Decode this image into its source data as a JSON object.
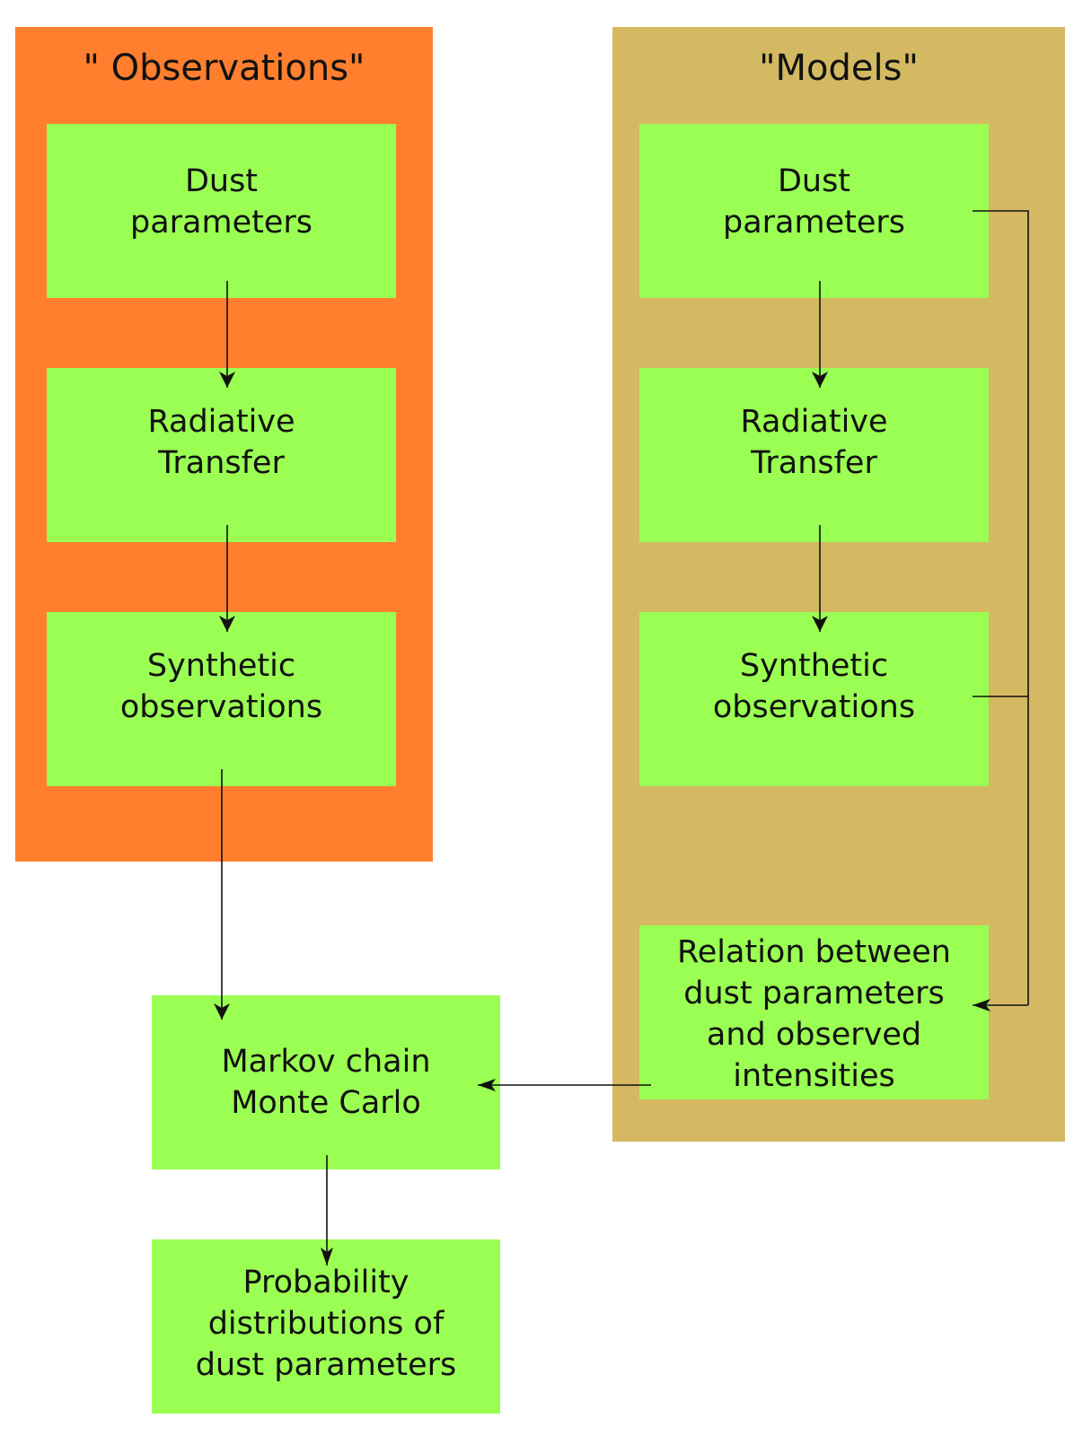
{
  "colors": {
    "observations_panel": "#ff7f2e",
    "models_panel": "#d4b962",
    "box_fill": "#9aff52",
    "text": "#111111",
    "line": "#111111"
  },
  "observations": {
    "title": "\" Observations\"",
    "dust_parameters": "Dust\nparameters",
    "radiative_transfer": "Radiative\nTransfer",
    "synthetic_observations": "Synthetic\nobservations"
  },
  "models": {
    "title": "\"Models\"",
    "dust_parameters": "Dust\nparameters",
    "radiative_transfer": "Radiative\nTransfer",
    "synthetic_observations": "Synthetic\nobservations",
    "relation": "Relation between\ndust parameters\nand observed\nintensities"
  },
  "mcmc": "Markov chain\nMonte Carlo",
  "probability": "Probability\ndistributions of\ndust parameters"
}
